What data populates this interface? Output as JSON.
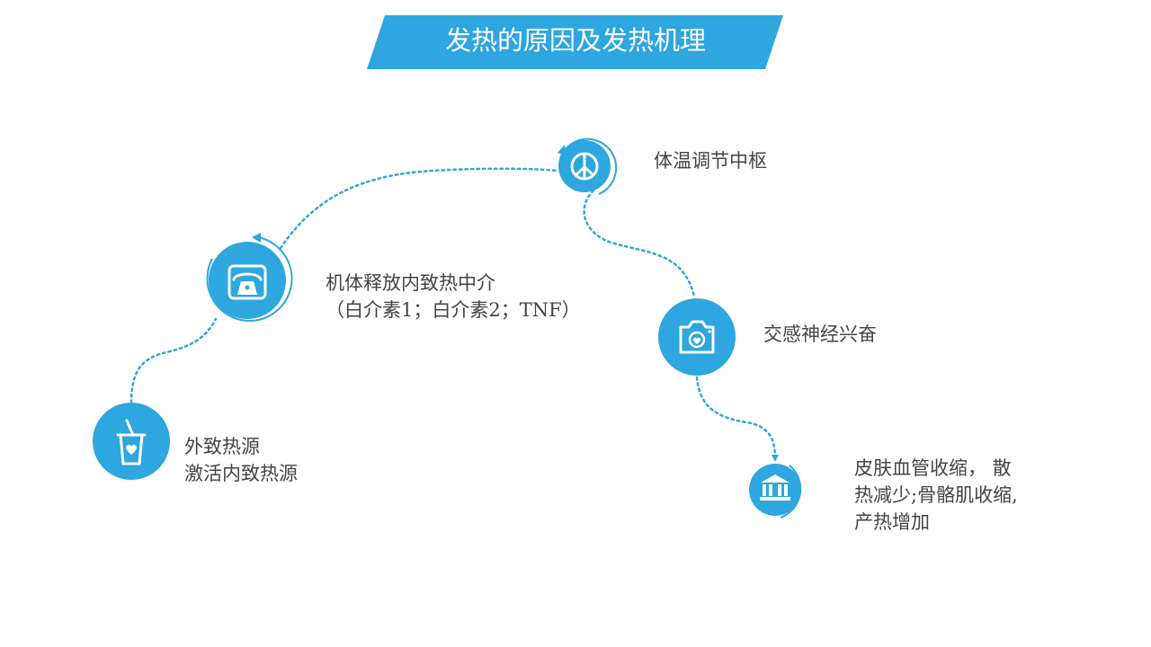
{
  "title": "发热的原因及发热机理",
  "colors": {
    "accent": "#2ea6df",
    "text": "#444444",
    "background": "#ffffff"
  },
  "steps": [
    {
      "icon": "drink-cup-heart-icon",
      "lines": [
        "外致热源",
        "激活内致热源"
      ]
    },
    {
      "icon": "telephone-icon",
      "lines": [
        "机体释放内致热中介",
        "（白介素1；白介素2；TNF）"
      ]
    },
    {
      "icon": "peace-sign-icon",
      "lines": [
        "体温调节中枢"
      ]
    },
    {
      "icon": "camera-heart-icon",
      "lines": [
        "交感神经兴奋"
      ]
    },
    {
      "icon": "bank-building-icon",
      "lines": [
        "皮肤血管收缩， 散",
        "热减少;骨骼肌收缩,",
        "产热增加"
      ]
    }
  ]
}
